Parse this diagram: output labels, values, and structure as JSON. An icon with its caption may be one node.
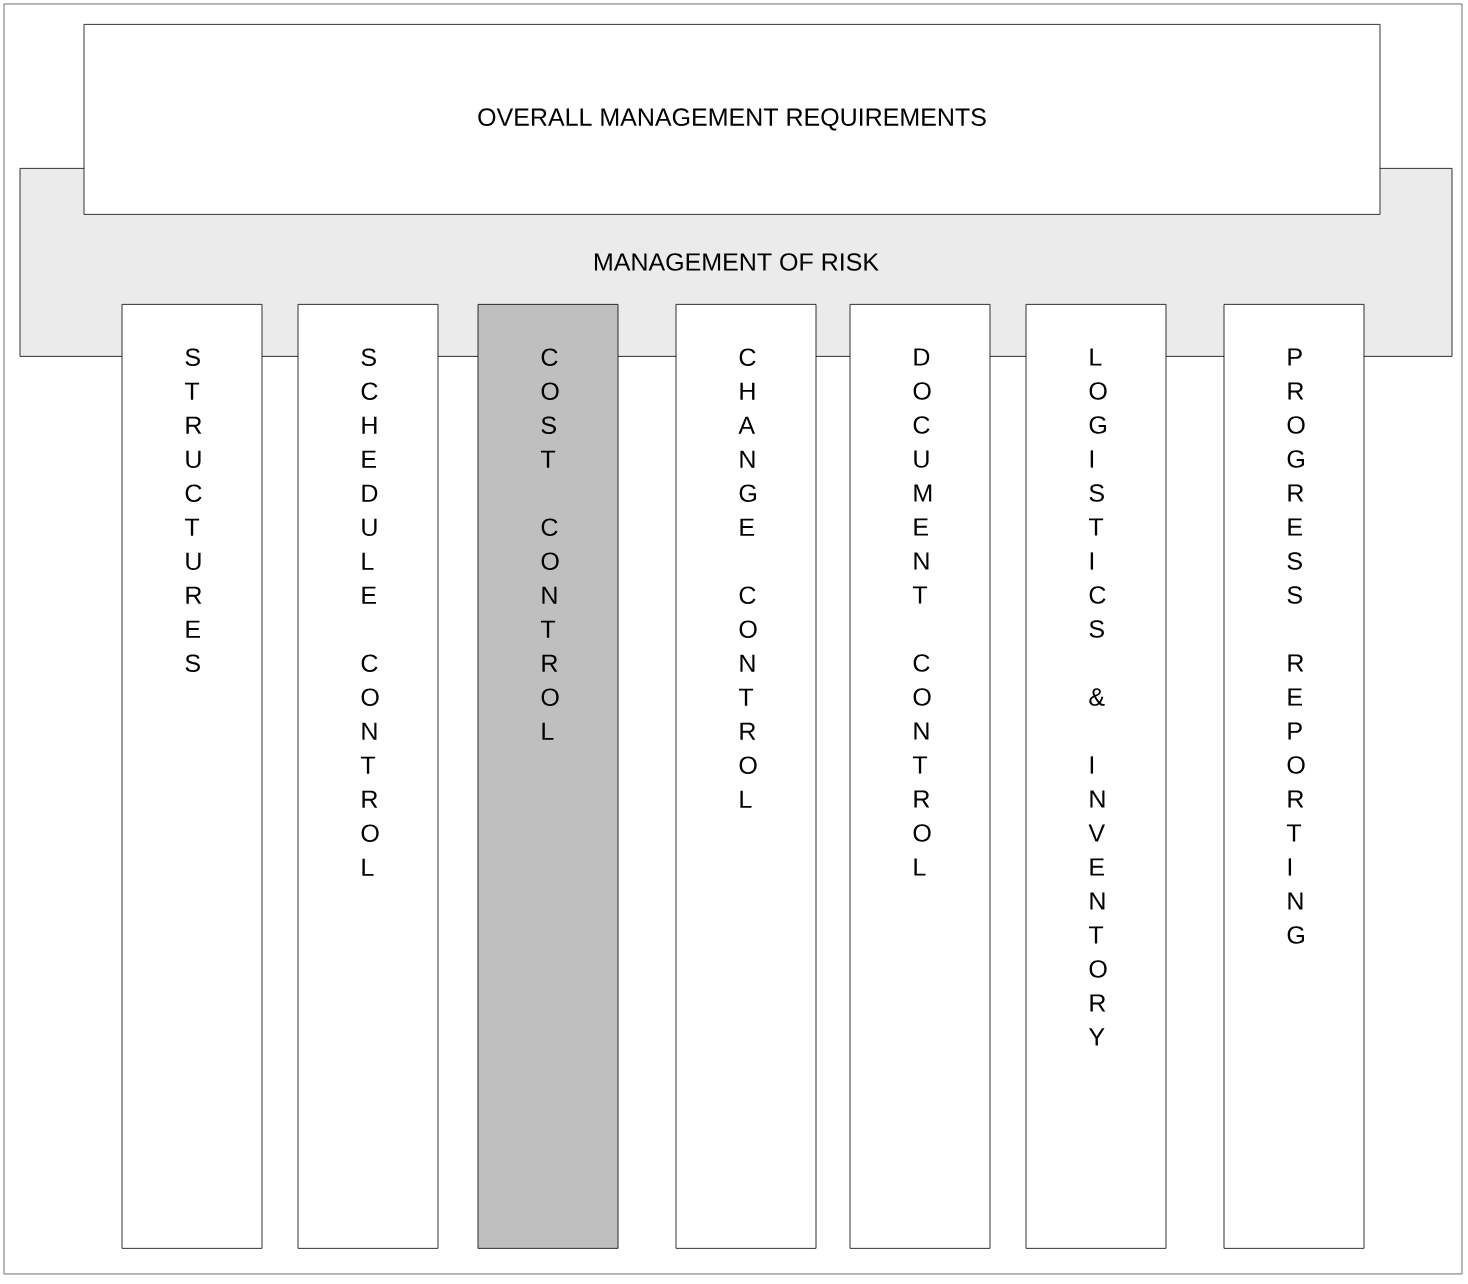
{
  "diagram": {
    "nodes": [
      {
        "text": [
          "OVERALL MANAGEMENT REQUIREMENTS"
        ]
      },
      {
        "text": [
          "MANAGEMENT OF RISK"
        ]
      },
      {
        "text": [
          "STRUCTURES"
        ]
      },
      {
        "text": [
          "SCHEDULE CONTROL"
        ]
      },
      {
        "text": [
          "COST CONTROL"
        ]
      },
      {
        "text": [
          "CHANGE CONTROL"
        ]
      },
      {
        "text": [
          "DOCUMENT CONTROL"
        ]
      },
      {
        "text": [
          "LOGISTICS & INVENTORY"
        ]
      },
      {
        "text": [
          "PROGRESS REPORTING"
        ]
      }
    ]
  }
}
